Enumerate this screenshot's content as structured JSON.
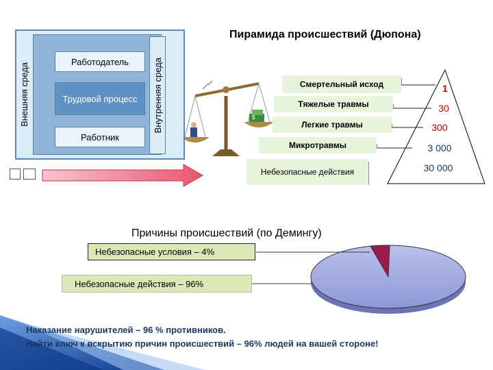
{
  "system": {
    "external_env": "Внешняя среда",
    "internal_env": "Внутренняя среда",
    "employer": "Работодатель",
    "labor_process": "Трудовой процесс",
    "worker": "Работник"
  },
  "pyramid": {
    "title": "Пирамида происшествий (Дюпона)",
    "levels": [
      {
        "label": "Смертельный исход",
        "value": "1"
      },
      {
        "label": "Тяжелые травмы",
        "value": "30"
      },
      {
        "label": "Легкие травмы",
        "value": "300"
      },
      {
        "label": "Микротравмы",
        "value": "3 000"
      },
      {
        "label": "Небезопасные действия",
        "value": "30 000"
      }
    ],
    "colors": {
      "top_values": "#c00000",
      "bottom_values": "#17375e"
    }
  },
  "causes": {
    "title": "Причины происшествий (по Демингу)",
    "items": [
      {
        "label": "Небезопасные условия – 4%",
        "percent": 4,
        "color": "#9b1b4b"
      },
      {
        "label": "Небезопасные действия – 96%",
        "percent": 96,
        "color": "#9fa8e0"
      }
    ]
  },
  "note": {
    "line1": "Наказание нарушителей – 96 % противников.",
    "line2": "Найти ключ к вскрытию причин происшествий – 96% людей на вашей стороне!"
  },
  "colors": {
    "system_bg": "#8fb6d9",
    "incident_box": "#e8f3dc",
    "arrow": "#e8556f",
    "corner_accent": "#0d3a8c"
  }
}
